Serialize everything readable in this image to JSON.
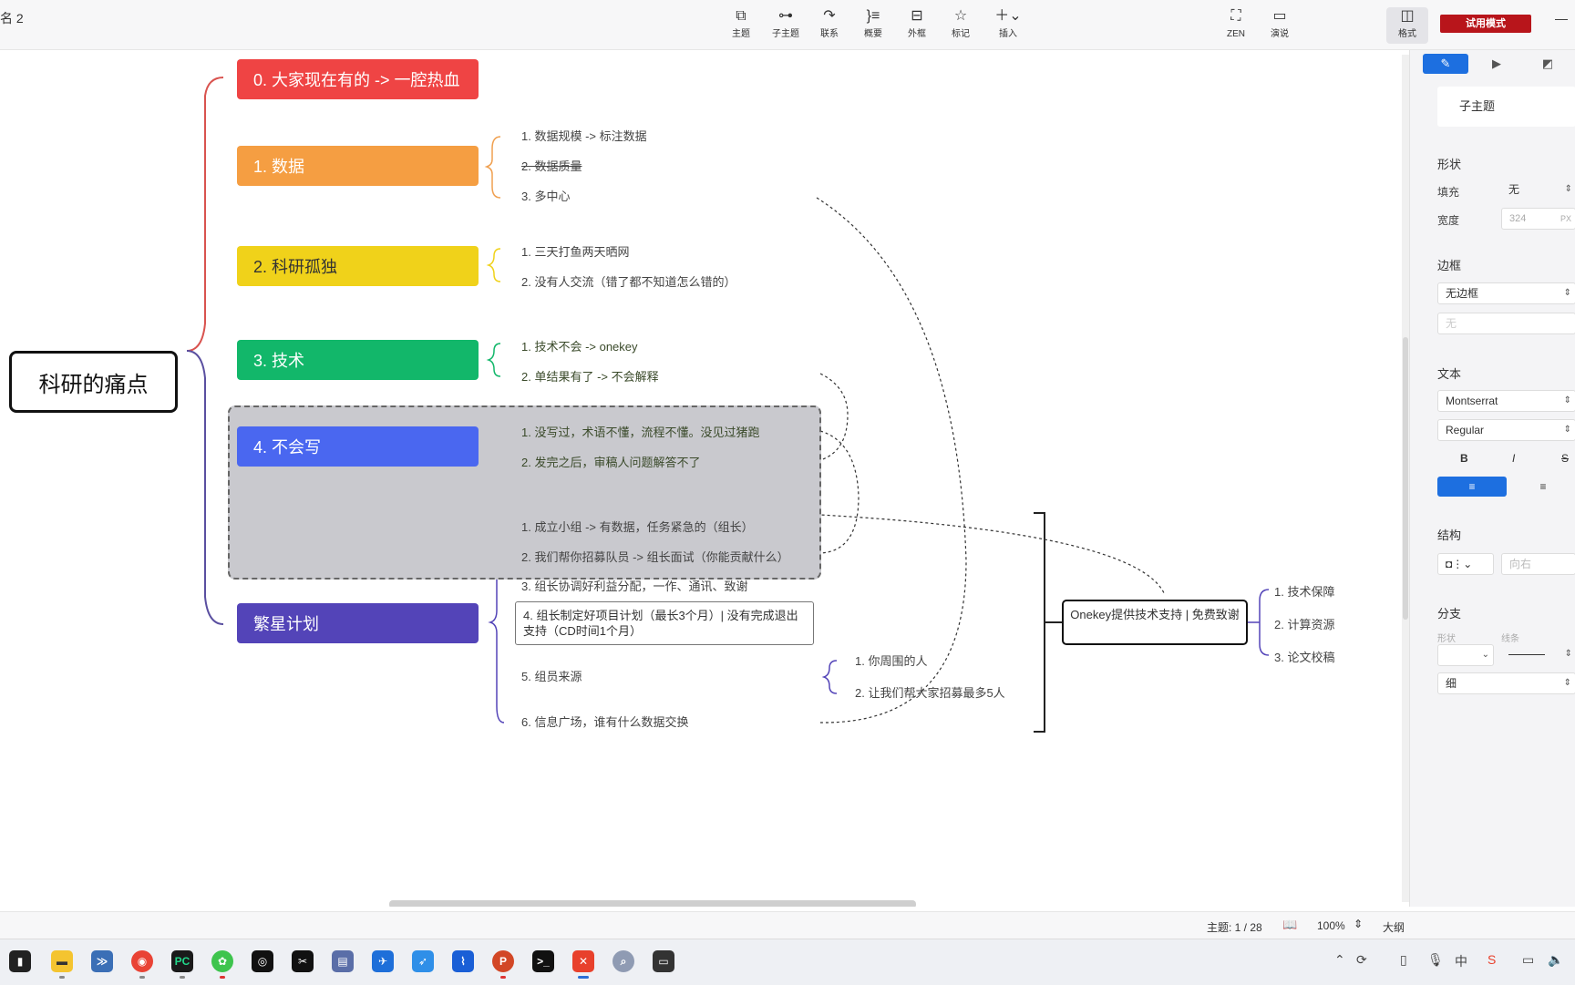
{
  "window": {
    "title_fragment": "名 2"
  },
  "toolbar": {
    "items": [
      {
        "label": "主题",
        "icon": "topic-icon"
      },
      {
        "label": "子主题",
        "icon": "subtopic-icon"
      },
      {
        "label": "联系",
        "icon": "relationship-icon"
      },
      {
        "label": "概要",
        "icon": "summary-icon"
      },
      {
        "label": "外框",
        "icon": "boundary-icon"
      },
      {
        "label": "标记",
        "icon": "star-icon"
      },
      {
        "label": "插入",
        "icon": "plus-icon"
      },
      {
        "label": "ZEN",
        "icon": "zen-icon"
      },
      {
        "label": "演说",
        "icon": "present-icon"
      },
      {
        "label": "格式",
        "icon": "format-panel-icon"
      }
    ],
    "trial_label": "试用模式"
  },
  "mindmap": {
    "root": "科研的痛点",
    "branches": [
      {
        "label": "0. 大家现在有的 -> 一腔热血",
        "color": "#ef4444",
        "children": []
      },
      {
        "label": "1. 数据",
        "color": "#f59e42",
        "children": [
          "1. 数据规模 -> 标注数据",
          "2. 数据质量",
          "3. 多中心"
        ]
      },
      {
        "label": "2. 科研孤独",
        "color": "#f0d21a",
        "children": [
          "1. 三天打鱼两天晒网",
          "2. 没有人交流（错了都不知道怎么错的）"
        ]
      },
      {
        "label": "3. 技术",
        "color": "#12b76a",
        "children": [
          "1. 技术不会 -> onekey",
          "2. 单结果有了 -> 不会解释"
        ]
      },
      {
        "label": "4. 不会写",
        "color": "#4a67f0",
        "children": [
          "1. 没写过，术语不懂，流程不懂。没见过猪跑",
          "2. 发完之后，审稿人问题解答不了"
        ]
      },
      {
        "label": "繁星计划",
        "color": "#5344b8",
        "children": [
          "1. 成立小组 -> 有数据，任务紧急的（组长）",
          "2. 我们帮你招募队员 -> 组长面试（你能贡献什么）",
          "3. 组长协调好利益分配，一作、通讯、致谢",
          "4. 组长制定好项目计划（最长3个月）| 没有完成退出支持（CD时间1个月）",
          "5. 组员来源",
          "6. 信息广场，谁有什么数据交换"
        ]
      }
    ],
    "member_sources": [
      "1. 你周围的人",
      "2. 让我们帮大家招募最多5人"
    ],
    "summary": "Onekey提供技术支持 | 免费致谢",
    "summary_children": [
      "1. 技术保障",
      "2. 计算资源",
      "3. 论文校稿"
    ]
  },
  "format_panel": {
    "selected_topic": "子主题",
    "shape_label": "形状",
    "fill_label": "填充",
    "fill_value": "无",
    "width_label": "宽度",
    "width_value": "324",
    "width_unit": "PX",
    "border_label": "边框",
    "border_value": "无边框",
    "border_extra": "无",
    "text_label": "文本",
    "font_family": "Montserrat",
    "font_weight": "Regular",
    "bold": "B",
    "italic": "I",
    "strike": "S",
    "structure_label": "结构",
    "structure_direction": "向右",
    "branch_label": "分支",
    "branch_shape_label": "形状",
    "branch_line_label": "线条",
    "branch_thickness": "细"
  },
  "statusbar": {
    "topic_count": "主题: 1 / 28",
    "zoom": "100%",
    "outline": "大纲"
  }
}
